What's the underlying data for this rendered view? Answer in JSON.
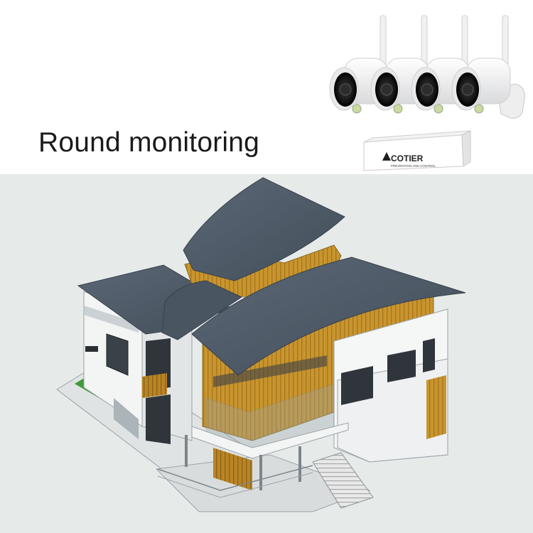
{
  "headline": "Round monitoring",
  "recorder": {
    "brand": "COTIER",
    "tagline": "PREVENTION AND CONTROL"
  },
  "cameras": [
    {
      "name": "camera-1"
    },
    {
      "name": "camera-2"
    },
    {
      "name": "camera-3"
    },
    {
      "name": "camera-4"
    }
  ],
  "colors": {
    "top_background": "#ffffff",
    "bottom_background": "#e6ebea",
    "roof": "#4f5b68",
    "wood": "#c8952e",
    "wall": "#f4f5f5"
  }
}
